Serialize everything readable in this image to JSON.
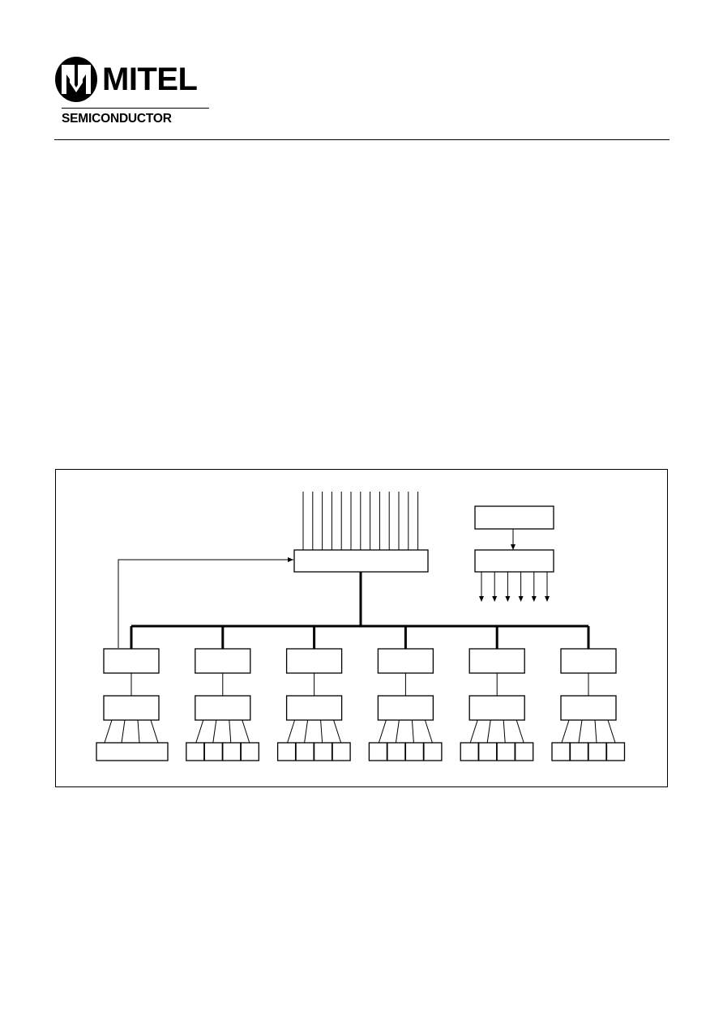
{
  "header": {
    "brand": "MITEL",
    "tagline": "SEMICONDUCTOR",
    "logo_icon": "mitel-logo-icon"
  },
  "figure": {
    "input_line_count": 13,
    "output_arrow_count": 6,
    "branch_count": 6,
    "colors": {
      "stroke": "#000000",
      "background": "#ffffff"
    }
  }
}
